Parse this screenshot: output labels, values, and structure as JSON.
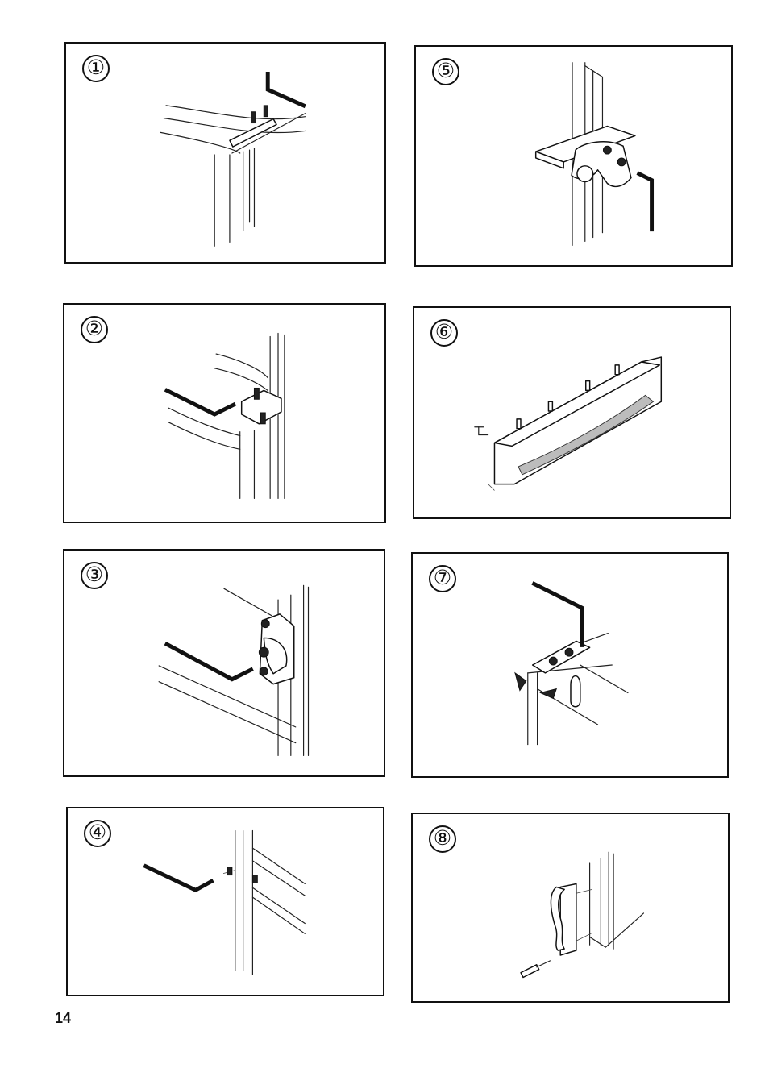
{
  "page": {
    "number": "14"
  },
  "panels": [
    {
      "id": 1,
      "label": "①"
    },
    {
      "id": 2,
      "label": "②"
    },
    {
      "id": 3,
      "label": "③"
    },
    {
      "id": 4,
      "label": "④"
    },
    {
      "id": 5,
      "label": "⑤"
    },
    {
      "id": 6,
      "label": "⑥"
    },
    {
      "id": 7,
      "label": "⑦"
    },
    {
      "id": 8,
      "label": "⑧"
    }
  ]
}
